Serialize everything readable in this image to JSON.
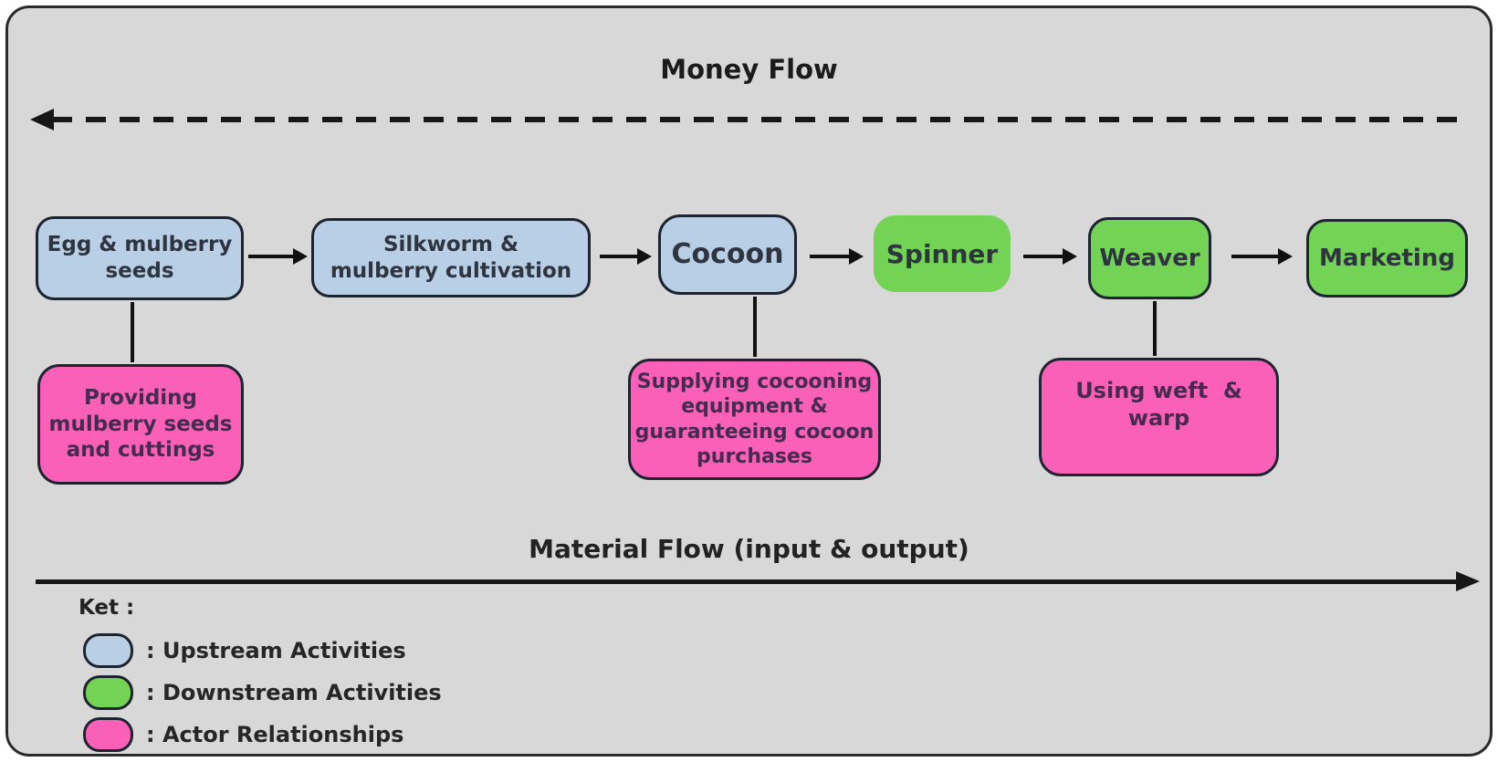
{
  "titles": {
    "money_flow": "Money Flow",
    "material_flow": "Material Flow (input & output)"
  },
  "boxes": {
    "egg": {
      "label": "Egg & mulberry\nseeds",
      "type": "upstream"
    },
    "silkworm": {
      "label": "Silkworm &\nmulberry cultivation",
      "type": "upstream"
    },
    "cocoon": {
      "label": "Cocoon",
      "type": "upstream"
    },
    "spinner": {
      "label": "Spinner",
      "type": "downstream"
    },
    "weaver": {
      "label": "Weaver",
      "type": "downstream"
    },
    "marketing": {
      "label": "Marketing",
      "type": "downstream"
    },
    "providing": {
      "label": "Providing\nmulberry seeds\nand cuttings",
      "type": "actor"
    },
    "supplying": {
      "label": "Supplying cocooning\nequipment &\nguaranteeing cocoon\npurchases",
      "type": "actor"
    },
    "weft": {
      "label": "Using weft  &\nwarp",
      "type": "actor"
    }
  },
  "material_flow_sequence": [
    "Egg & mulberry seeds",
    "Silkworm & mulberry cultivation",
    "Cocoon",
    "Spinner",
    "Weaver",
    "Marketing"
  ],
  "actor_links": [
    {
      "from": "Egg & mulberry seeds",
      "to": "Providing mulberry seeds and cuttings"
    },
    {
      "from": "Cocoon",
      "to": "Supplying cocooning equipment & guaranteeing cocoon purchases"
    },
    {
      "from": "Weaver",
      "to": "Using weft & warp"
    }
  ],
  "legend": {
    "heading": "Ket :",
    "items": [
      {
        "label": ": Upstream Activities",
        "color": "#b9cfe5"
      },
      {
        "label": ": Downstream Activities",
        "color": "#72d354"
      },
      {
        "label": ": Actor Relationships",
        "color": "#fa60b8"
      }
    ]
  },
  "colors": {
    "background": "#d8d8d8",
    "upstream": "#b9cfe5",
    "downstream": "#72d354",
    "actor": "#fa60b8",
    "line": "#171717",
    "border": "#1d2430"
  }
}
